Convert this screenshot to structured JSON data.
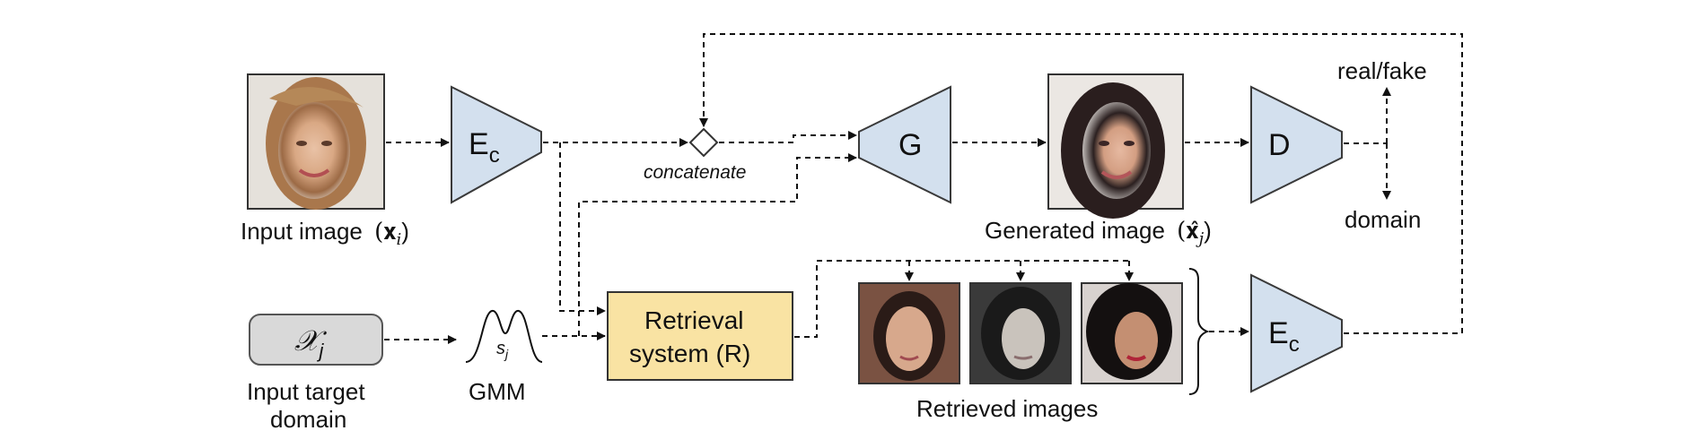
{
  "nodes": {
    "input_image_label": "Input image",
    "input_image_math": "(𝐱",
    "input_image_sub": "i",
    "input_image_close": ")",
    "encoder_top": "E",
    "encoder_top_sub": "c",
    "concat_label": "concatenate",
    "generator": "G",
    "generated_image_label": "Generated image",
    "generated_image_math": "(𝐱̂",
    "generated_image_sub": "j",
    "generated_image_close": ")",
    "discriminator": "D",
    "out_top": "real/fake",
    "out_bottom": "domain",
    "target_domain_math": "𝒳",
    "target_domain_sub": "j",
    "target_domain_label_1": "Input target",
    "target_domain_label_2": "domain",
    "gmm_symbol": "s",
    "gmm_symbol_sub": "j",
    "gmm_label": "GMM",
    "retrieval_line1": "Retrieval",
    "retrieval_line2": "system (R)",
    "retrieved_label": "Retrieved images",
    "encoder_bottom": "E",
    "encoder_bottom_sub": "c"
  },
  "colors": {
    "block_fill": "#d3e0ee",
    "block_stroke": "#3a3a3a",
    "retrieval_fill": "#f9e3a3",
    "domain_fill": "#d9d9d9"
  }
}
